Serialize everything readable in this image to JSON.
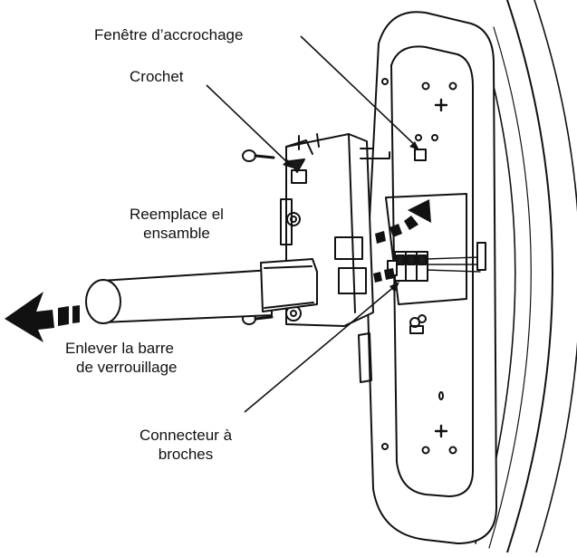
{
  "labels": {
    "hanging_window": "Fenêtre d’accrochage",
    "hook": "Crochet",
    "replace_assembly_line1": "Reemplace el",
    "replace_assembly_line2": "ensamble",
    "remove_bar_line1": "Enlever la barre",
    "remove_bar_line2": "de verrouillage",
    "pin_connector_line1": "Connecteur à",
    "pin_connector_line2": "broches"
  },
  "colors": {
    "line": "#111111",
    "panel_fill": "#ffffff",
    "shade": "#d9d9d9",
    "dark": "#1a1a1a"
  }
}
